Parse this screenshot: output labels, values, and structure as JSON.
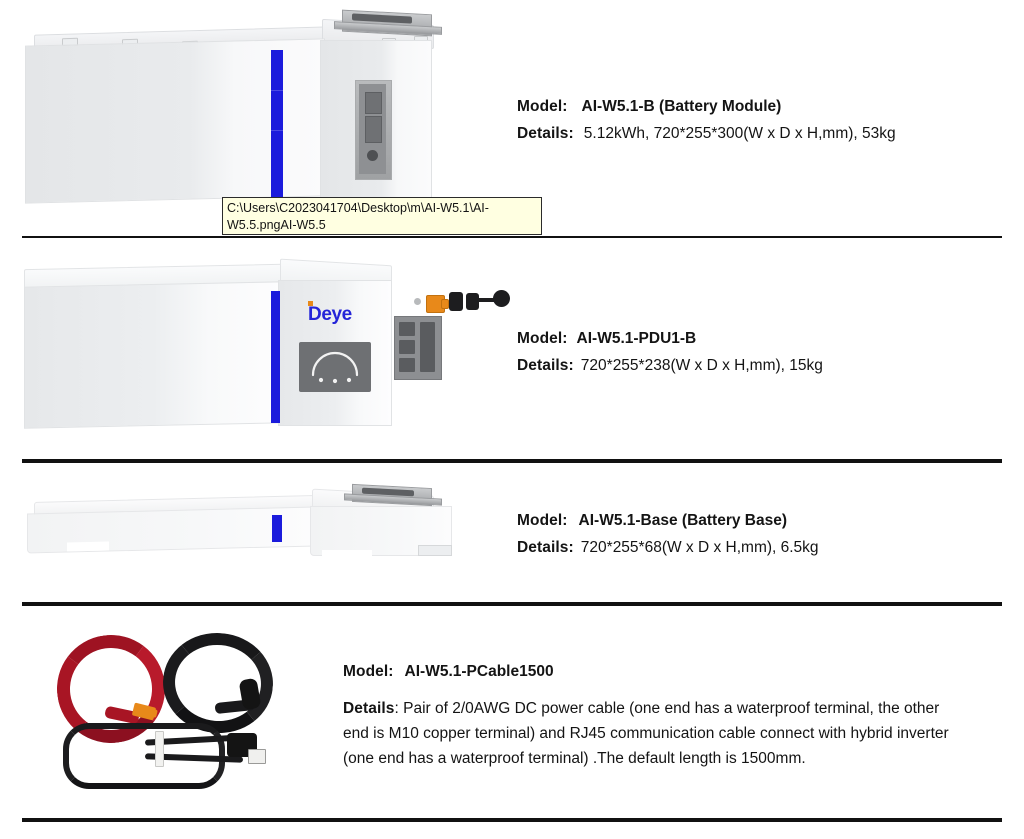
{
  "products": [
    {
      "model_label": "Model:",
      "model_value": "AI-W5.1-B (Battery Module)",
      "details_label": "Details:",
      "details_value": "5.12kWh, 720*255*300(W x D x H,mm), 53kg",
      "image_name": "battery-module-image",
      "accent_color": "#1b1bdc"
    },
    {
      "model_label": "Model:",
      "model_value": "AI-W5.1-PDU1-B",
      "details_label": "Details:",
      "details_value": "720*255*238(W x D x H,mm), 15kg",
      "image_name": "pdu-module-image",
      "brand": "Deye",
      "accent_color": "#1b1bdc"
    },
    {
      "model_label": "Model:",
      "model_value": "AI-W5.1-Base (Battery Base)",
      "details_label": "Details:",
      "details_value": "720*255*68(W x D x H,mm), 6.5kg",
      "image_name": "battery-base-image",
      "accent_color": "#1b1bdc"
    },
    {
      "model_label": "Model:",
      "model_value": "AI-W5.1-PCable1500",
      "details_label": "Details",
      "details_separator": ":",
      "details_value": "Pair of 2/0AWG DC power cable (one end has a waterproof terminal, the other end is M10 copper terminal) and RJ45 communication cable connect with hybrid inverter (one end has a waterproof terminal) .The default length is 1500mm.",
      "image_name": "power-cable-image"
    }
  ],
  "tooltip": {
    "text": "C:\\Users\\C2023041704\\Desktop\\m\\AI-W5.1\\AI-W5.5.pngAI-W5.5",
    "background": "#ffffe1",
    "border": "#2b2b2b"
  }
}
